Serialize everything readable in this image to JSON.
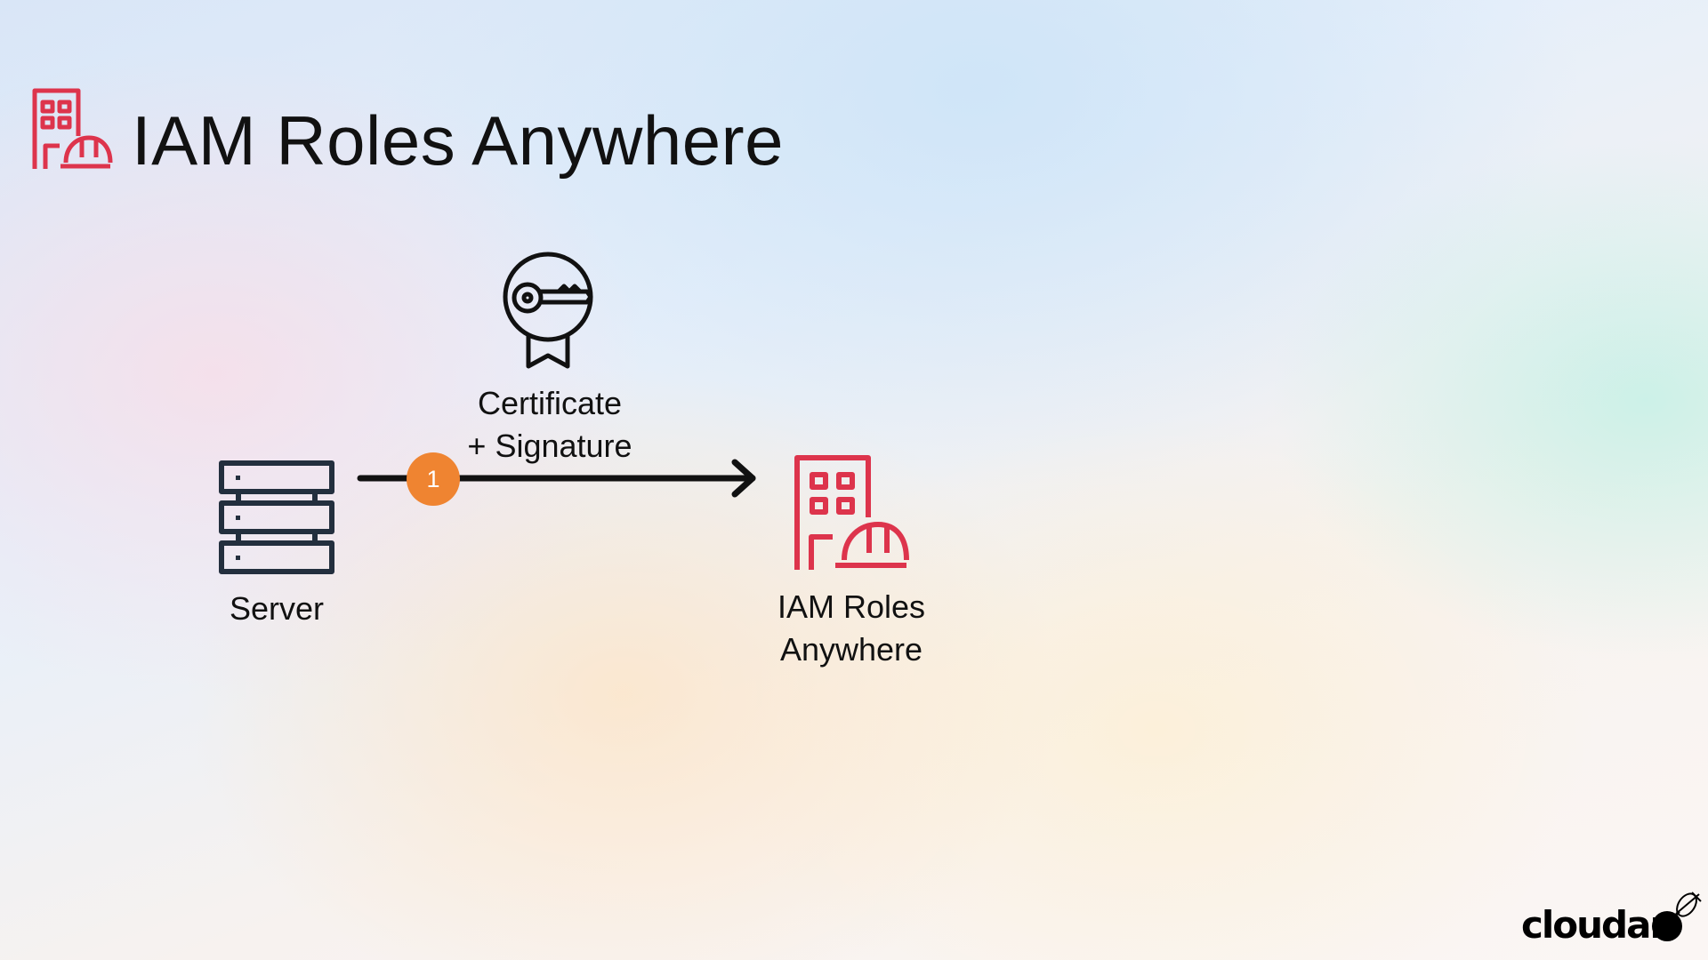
{
  "slide": {
    "title": "IAM Roles Anywhere"
  },
  "diagram": {
    "nodes": [
      {
        "id": "server",
        "label": "Server",
        "icon": "server-rack-icon"
      },
      {
        "id": "certificate",
        "label_lines": [
          "Certificate",
          "+ Signature"
        ],
        "icon": "certificate-key-icon"
      },
      {
        "id": "iam-roles-anywhere",
        "label_lines": [
          "IAM Roles",
          "Anywhere"
        ],
        "icon": "iam-roles-anywhere-icon"
      }
    ],
    "edges": [
      {
        "from": "server",
        "to": "iam-roles-anywhere",
        "step": "1",
        "label": "Certificate + Signature"
      }
    ]
  },
  "logo": {
    "text": "cloudar"
  },
  "colors": {
    "accent_red": "#dd344c",
    "step_badge": "#ef8431",
    "icon_dark": "#232f3e",
    "text": "#111111"
  }
}
